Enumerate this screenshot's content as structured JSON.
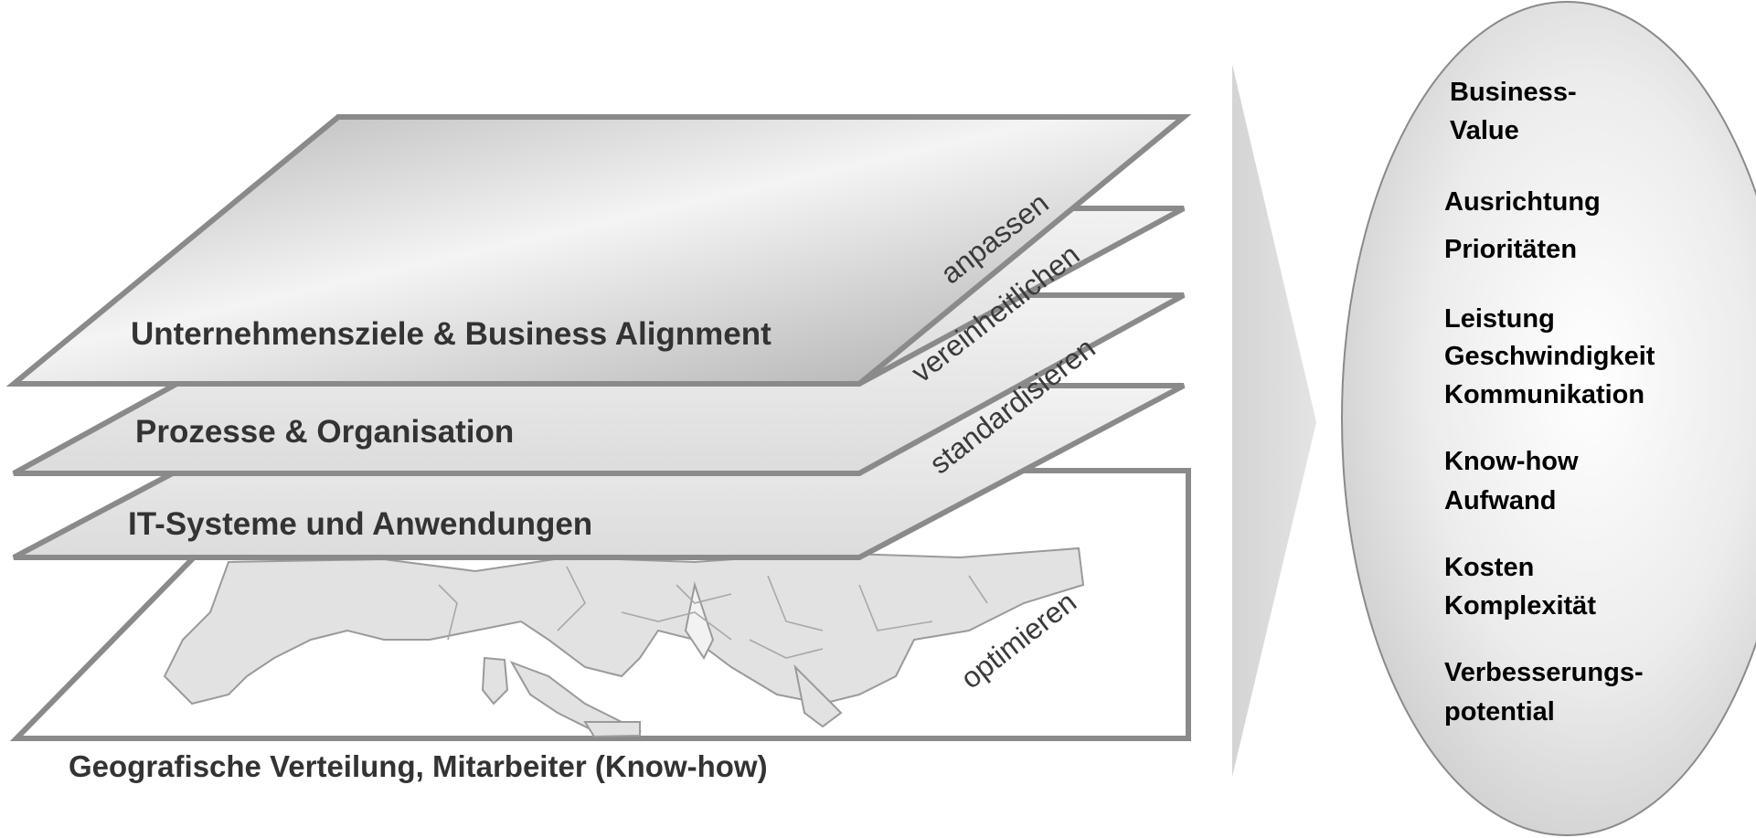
{
  "layers": {
    "goals": "Unternehmensziele & Business Alignment",
    "processes": "Prozesse & Organisation",
    "systems": "IT-Systeme und Anwendungen",
    "geography": "Geografische Verteilung, Mitarbeiter (Know-how)"
  },
  "actions": {
    "adapt": "anpassen",
    "unify": "vereinheitlichen",
    "standardize": "standardisieren",
    "optimize": "optimieren"
  },
  "results": {
    "business_value_1": "Business-",
    "business_value_2": "Value",
    "alignment": "Ausrichtung",
    "priorities": "Prioritäten",
    "performance": "Leistung",
    "speed": "Geschwindigkeit",
    "communication": "Kommunikation",
    "knowhow": "Know-how",
    "effort": "Aufwand",
    "costs": "Kosten",
    "complexity": "Komplexität",
    "improvement_1": "Verbesserungs-",
    "improvement_2": "potential"
  },
  "colors": {
    "outline": "#8a8a8a",
    "layer_light": "#e8e8e8",
    "layer_top": "#c4c4c4",
    "arrow": "#dddddd",
    "ellipse": "#d8d8d8"
  }
}
